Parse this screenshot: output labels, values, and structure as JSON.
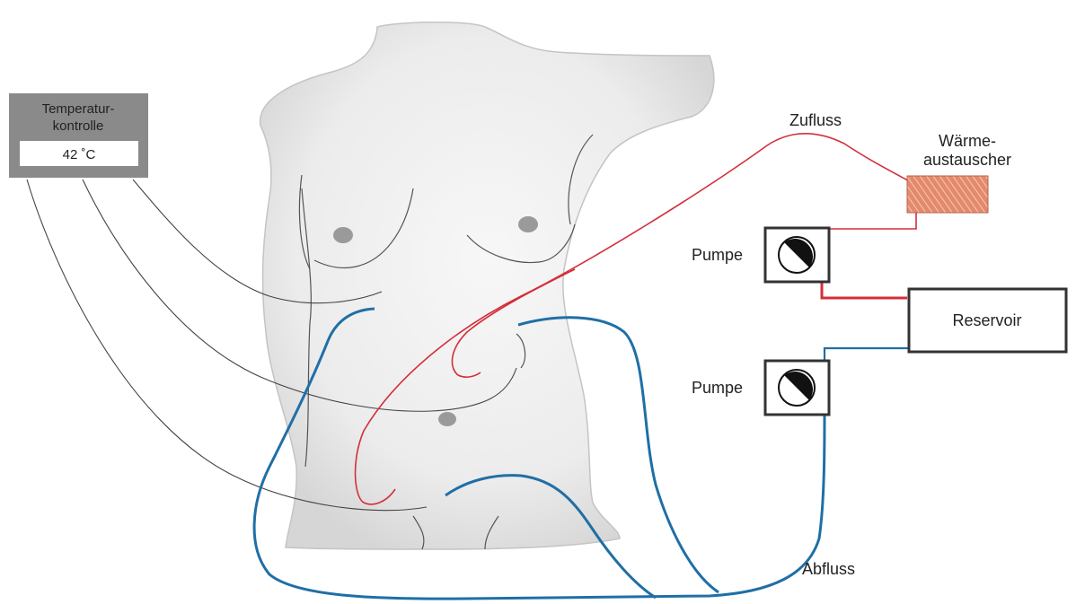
{
  "temperature_control": {
    "title_line1": "Temperatur-",
    "title_line2": "kontrolle",
    "value": "42 ˚C"
  },
  "labels": {
    "inflow": "Zufluss",
    "outflow": "Abfluss",
    "heat_exchanger_line1": "Wärme-",
    "heat_exchanger_line2": "austauscher",
    "pump_upper": "Pumpe",
    "pump_lower": "Pumpe",
    "reservoir": "Reservoir"
  },
  "colors": {
    "inflow_line": "#d32f3a",
    "outflow_line": "#1f6fa6",
    "heat_exchanger": "#e2876a",
    "control_box": "#8a8a8a",
    "torso_fill": "#ececec"
  },
  "icons": {
    "pump": "pump-dial-icon"
  }
}
